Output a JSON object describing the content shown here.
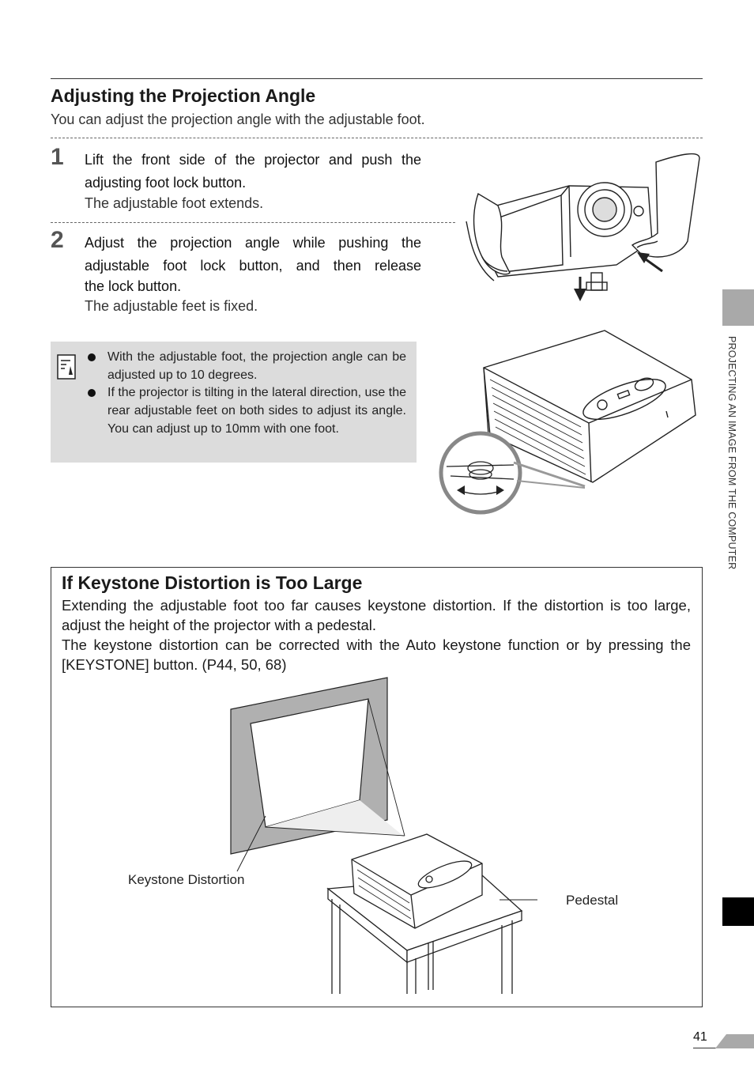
{
  "section": {
    "title": "Adjusting the Projection Angle",
    "intro": "You can adjust the projection angle with the adjustable foot."
  },
  "steps": [
    {
      "number": "1",
      "line1": "Lift the front side of the projector and push the",
      "line2": "adjusting foot lock button.",
      "result": "The adjustable foot extends."
    },
    {
      "number": "2",
      "line1": "Adjust the projection angle while pushing the",
      "line2": "adjustable foot lock button, and then release",
      "line3": "the lock button.",
      "result": "The adjustable feet is fixed."
    }
  ],
  "note": {
    "items": [
      "With the adjustable foot, the projection angle can be adjusted up to 10 degrees.",
      "If the projector is tilting in the lateral direction, use the rear adjustable feet on both sides to adjust its angle. You can adjust up to 10mm with one foot."
    ]
  },
  "keystone": {
    "title": "If Keystone Distortion is Too Large",
    "para1": "Extending the adjustable foot too far causes keystone distortion. If the distortion is too large, adjust the height of the projector with a pedestal.",
    "para2": "The keystone distortion can be corrected with the Auto keystone function or by pressing the [KEYSTONE] button. (P44, 50, 68)",
    "label_distortion": "Keystone Distortion",
    "label_pedestal": "Pedestal"
  },
  "side_tab": "PROJECTING AN IMAGE FROM THE COMPUTER",
  "page_number": "41",
  "colors": {
    "note_bg": "#dcdcdc",
    "tab_gray": "#a9a9a9",
    "tab_black": "#000000"
  }
}
